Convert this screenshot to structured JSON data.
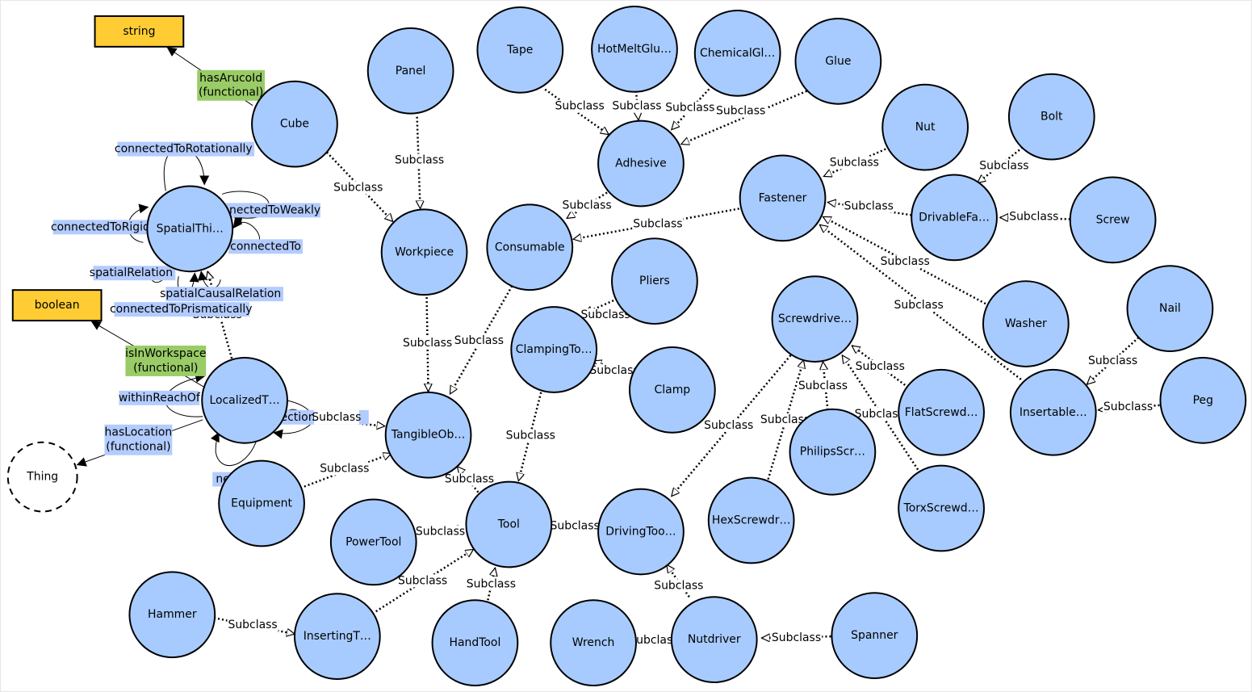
{
  "colors": {
    "class_fill": "#a7cbff",
    "datatype_fill": "#ffcc33",
    "property_label_bg": "#b3ccff",
    "functional_label_bg": "#99cc66",
    "stroke": "#000000"
  },
  "subclass_label": "Subclass",
  "classes": {
    "panel": "Panel",
    "tape": "Tape",
    "hotmeltglue": "HotMeltGlu…",
    "chemicalglue": "ChemicalGl…",
    "glue": "Glue",
    "cube": "Cube",
    "adhesive": "Adhesive",
    "nut": "Nut",
    "bolt": "Bolt",
    "fastener": "Fastener",
    "drivablefastener": "DrivableFa…",
    "screw": "Screw",
    "spatialthing": "SpatialThi…",
    "workpiece": "Workpiece",
    "consumable": "Consumable",
    "pliers": "Pliers",
    "washer": "Washer",
    "nail": "Nail",
    "screwdriver": "Screwdrive…",
    "clampingtool": "ClampingTo…",
    "clamp": "Clamp",
    "localizedthing": "LocalizedT…",
    "tangibleobject": "TangibleOb…",
    "flatscrewdriver": "FlatScrewd…",
    "insertable": "Insertable…",
    "peg": "Peg",
    "philipsscrewdriver": "PhilipsScr…",
    "equipment": "Equipment",
    "tool": "Tool",
    "hexscrewdriver": "HexScrewdr…",
    "torxscrewdriver": "TorxScrewd…",
    "powertool": "PowerTool",
    "drivingtool": "DrivingToo…",
    "hammer": "Hammer",
    "insertingtool": "InsertingT…",
    "handtool": "HandTool",
    "wrench": "Wrench",
    "nutdriver": "Nutdriver",
    "spanner": "Spanner",
    "thing": "Thing"
  },
  "datatypes": {
    "string": "string",
    "boolean": "boolean"
  },
  "properties": {
    "hasArucoId": "hasArucoId",
    "hasArucoId_note": "(functional)",
    "isInWorkspace": "isInWorkspace",
    "isInWorkspace_note": "(functional)",
    "hasLocation": "hasLocation",
    "hasLocation_note": "(functional)",
    "connectedToRotationally": "connectedToRotationally",
    "connectedToWeakly": "connectedToWeakly",
    "connectedToRigidly": "connectedToRigidly",
    "connectedTo": "connectedTo",
    "spatialRelation": "spatialRelation",
    "spatialCausalRelation": "spatialCausalRelation",
    "connectedToPrismatically": "connectedToPrismatically",
    "withinReachOf": "withinReachOf",
    "direction": "direction",
    "nextTo": "nextTo"
  }
}
